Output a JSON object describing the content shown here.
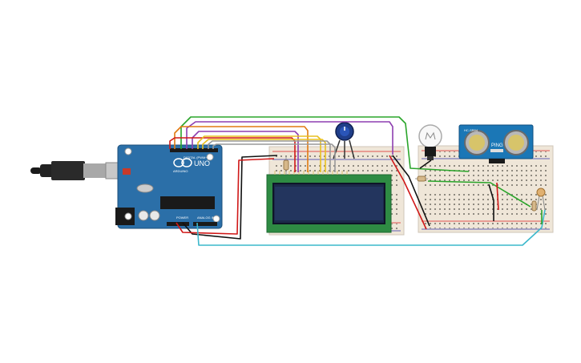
{
  "arduino": {
    "brand_label": "ARDUINO",
    "model_label": "UNO",
    "digital_label": "DIGITAL (PWM~)",
    "power_label": "POWER",
    "analog_label": "ANALOG IN"
  },
  "sensor": {
    "model_label": "HC-SR04",
    "brand_label": "PING"
  },
  "colors": {
    "board": "#2b6fa8",
    "breadboard": "#efe6d8",
    "lcd_pcb": "#2e8b43",
    "lcd_screen": "#1c2a4a",
    "sensor_pcb": "#1b77b6",
    "wire_green": "#2aa52a",
    "wire_purple": "#8e3fb0",
    "wire_red": "#d01818",
    "wire_black": "#111111",
    "wire_yellow": "#e8c020",
    "wire_orange": "#e07a10",
    "wire_cyan": "#3cb8cc",
    "wire_gray": "#999999"
  }
}
